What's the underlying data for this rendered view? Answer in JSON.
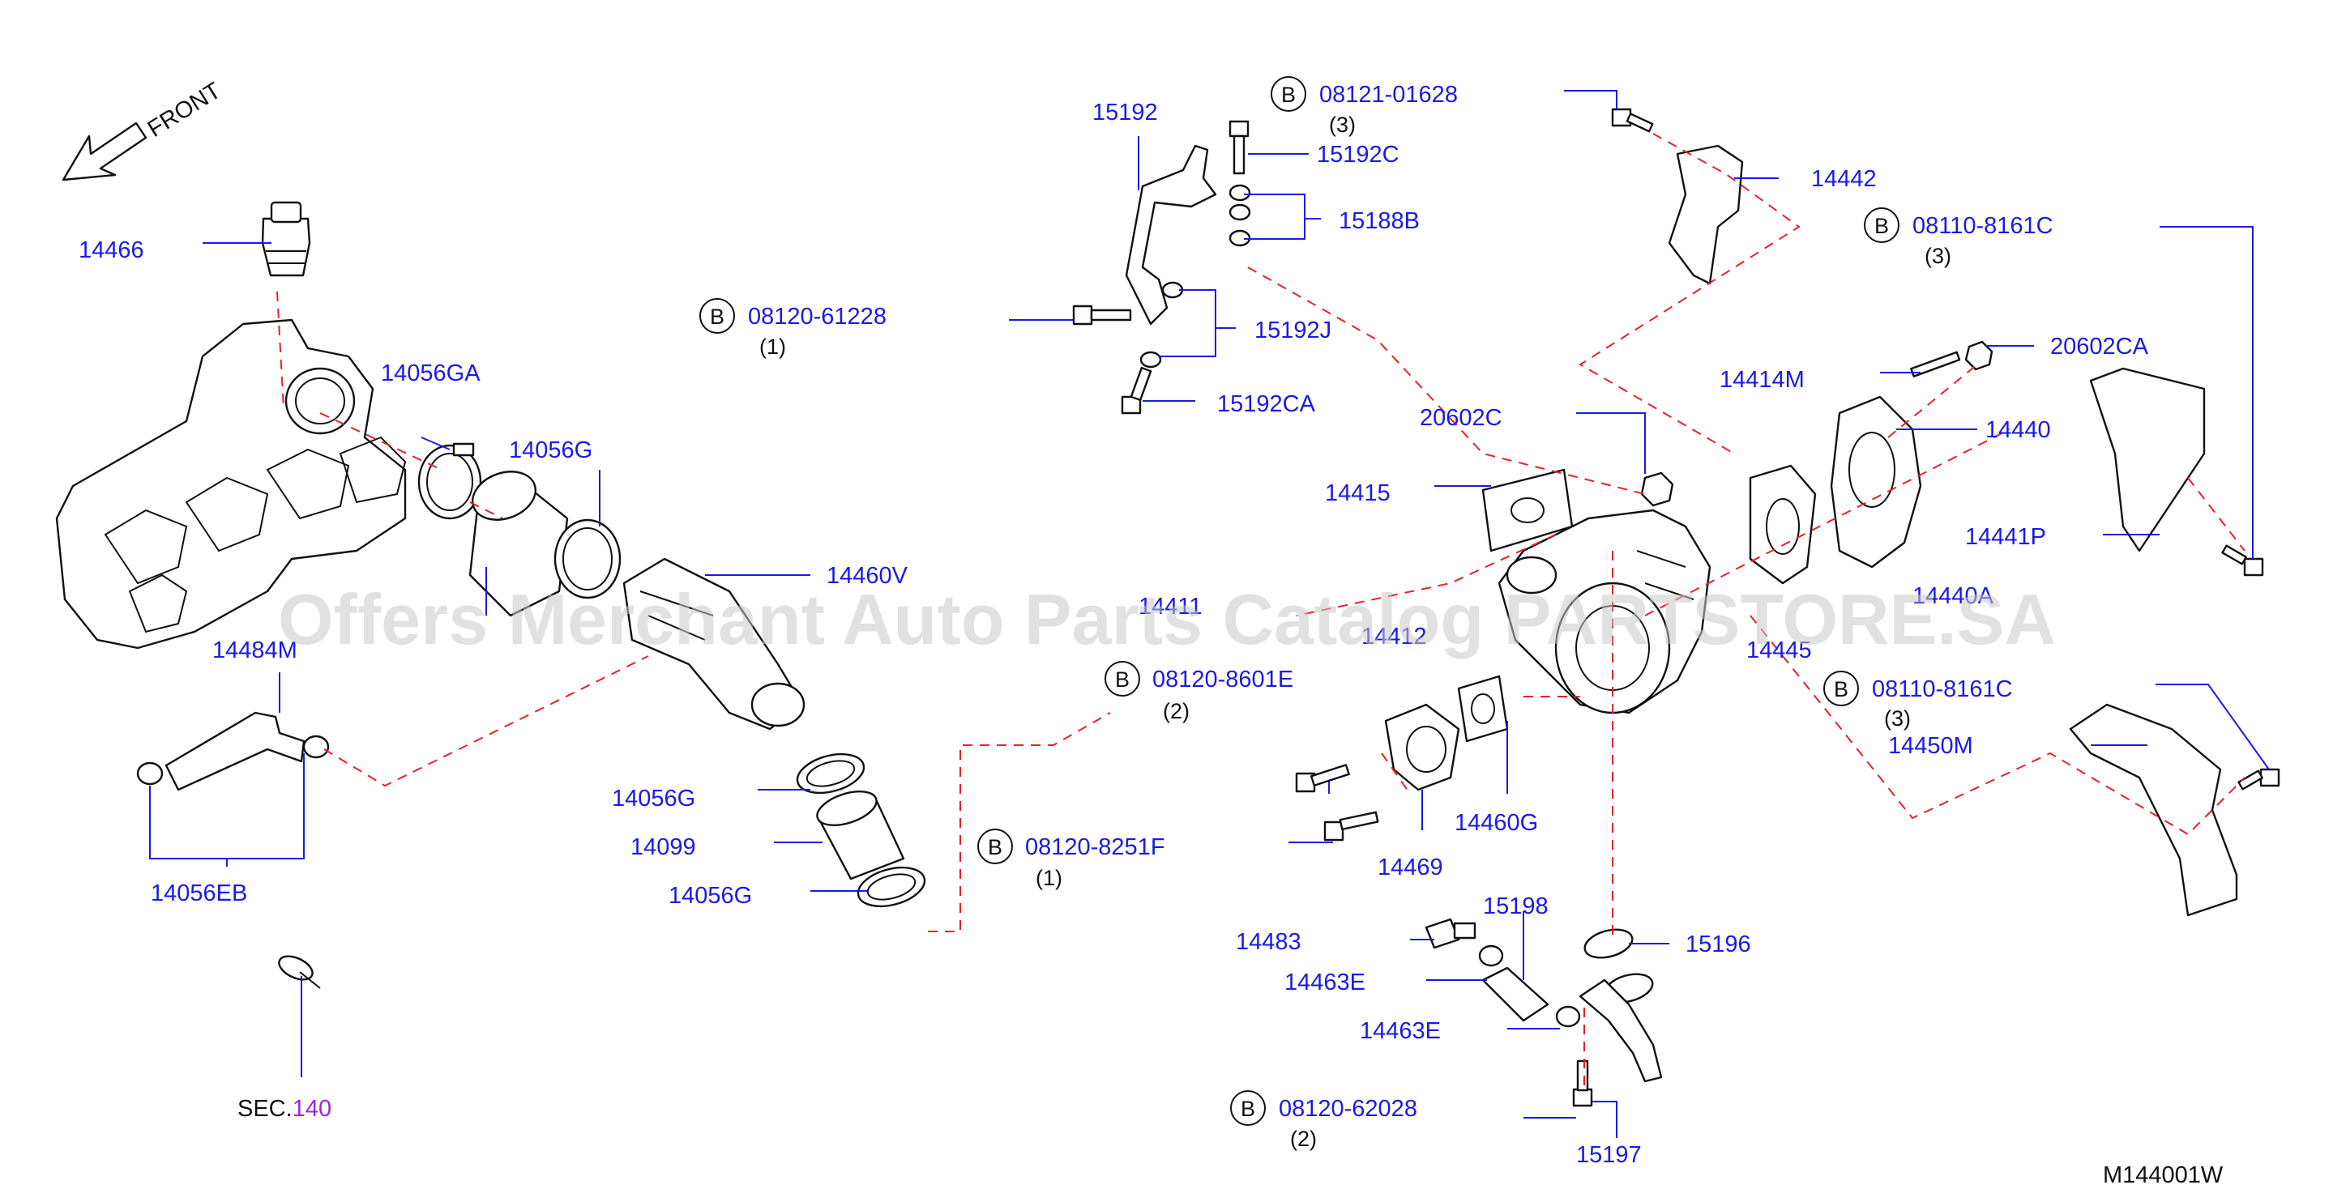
{
  "orientation": {
    "label": "FRONT"
  },
  "bolt_mark": "B",
  "labels": {
    "p14466": "14466",
    "p14056GA": "14056GA",
    "p14056G_a": "14056G",
    "p14460V": "14460V",
    "p14484M": "14484M",
    "p14056EB": "14056EB",
    "p14056G_b": "14056G",
    "p14099": "14099",
    "p14056G_c": "14056G",
    "sec_prefix": "SEC.",
    "sec_num": "140",
    "p15192": "15192",
    "p15192C": "15192C",
    "p15188B": "15188B",
    "p15192J": "15192J",
    "p15192CA": "15192CA",
    "p20602C": "20602C",
    "p14415": "14415",
    "p14442": "14442",
    "p14414M": "14414M",
    "p20602CA": "20602CA",
    "p14440": "14440",
    "p14441P": "14441P",
    "p14450M": "14450M",
    "p14469": "14469",
    "p14460G": "14460G",
    "p14483": "14483",
    "p14463E_a": "14463E",
    "p14463E_b": "14463E",
    "p15198": "15198",
    "p15196": "15196",
    "p15197": "15197",
    "p14411_partial": "14411",
    "p14412_partial": "14412",
    "p14445_partial": "14445",
    "p14440A_partial": "14440A",
    "diagram_code": "M144001W"
  },
  "bolts": {
    "b1": {
      "part": "08121-01628",
      "qty": "(3)"
    },
    "b2": {
      "part": "08120-61228",
      "qty": "(1)"
    },
    "b3": {
      "part": "08110-8161C",
      "qty": "(3)"
    },
    "b4": {
      "part": "08120-8601E",
      "qty": "(2)"
    },
    "b5": {
      "part": "08110-8161C",
      "qty": "(3)"
    },
    "b6": {
      "part": "08120-8251F",
      "qty": "(1)"
    },
    "b7": {
      "part": "08120-62028",
      "qty": "(2)"
    }
  },
  "watermark": "Offers Merchant Auto Parts Catalog PARTSTORE.SA",
  "colors": {
    "part_number": "#1a1ae6",
    "leader_dash": "#e8202a",
    "section_ref": "#9a28d6"
  }
}
